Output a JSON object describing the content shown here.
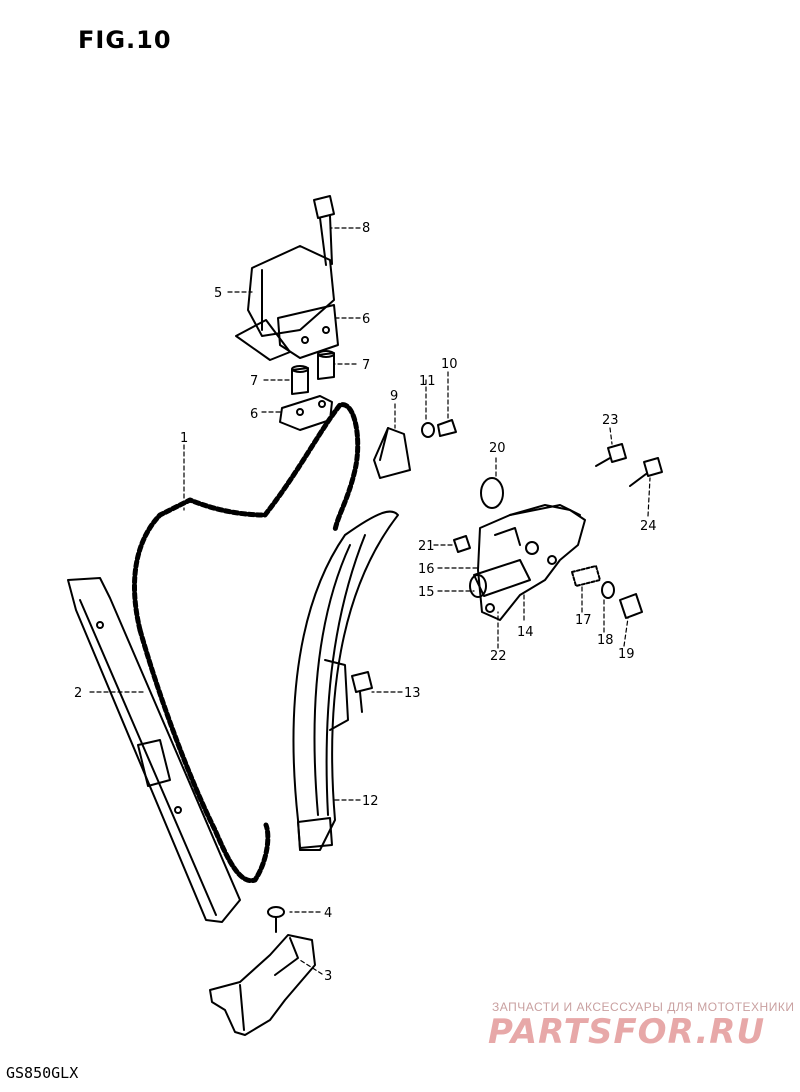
{
  "figure": {
    "title": "FIG.10",
    "model": "GS850GLX"
  },
  "callouts": [
    "1",
    "2",
    "3",
    "4",
    "5",
    "6",
    "6",
    "7",
    "7",
    "8",
    "9",
    "10",
    "11",
    "12",
    "13",
    "14",
    "15",
    "16",
    "17",
    "18",
    "19",
    "20",
    "21",
    "22",
    "23",
    "24"
  ],
  "watermark": {
    "tagline": "ЗАПЧАСТИ И АКСЕССУАРЫ ДЛЯ МОТОТЕХНИКИ",
    "brand": "PARTSFOR.RU",
    "color": "#e7a8a8"
  }
}
